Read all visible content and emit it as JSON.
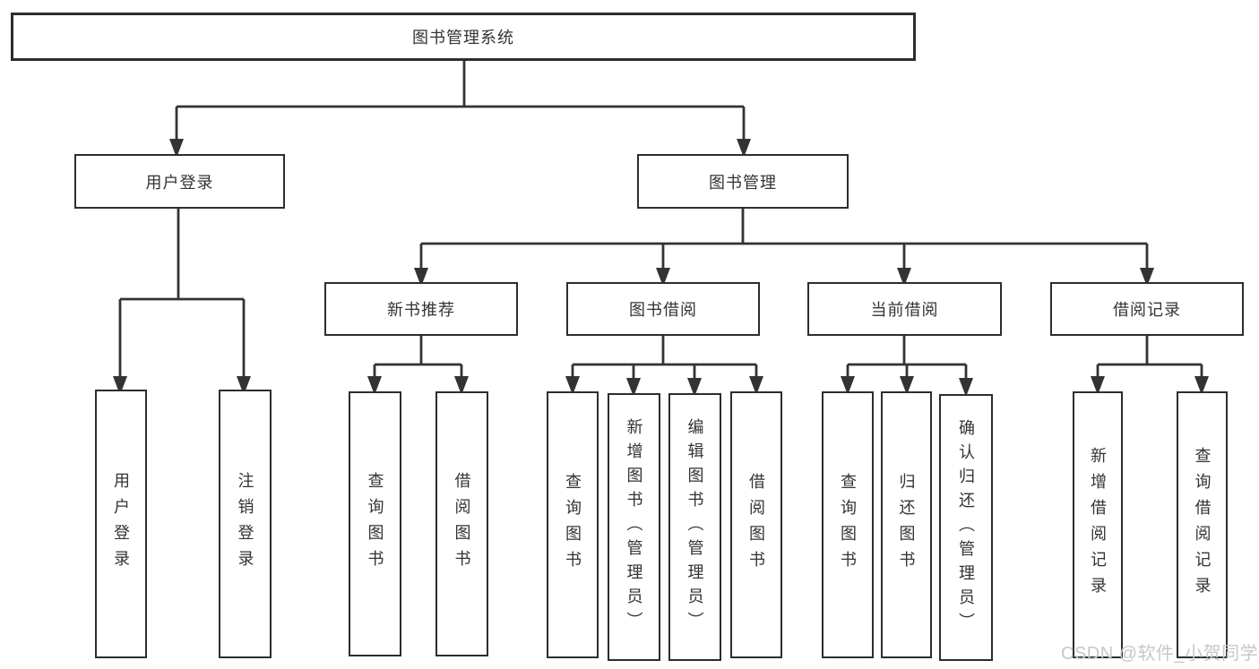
{
  "diagram_title": "图书管理系统",
  "tree": {
    "label": "图书管理系统",
    "children": [
      {
        "label": "用户登录",
        "children": [
          {
            "label": "用户登录"
          },
          {
            "label": "注销登录"
          }
        ]
      },
      {
        "label": "图书管理",
        "children": [
          {
            "label": "新书推荐",
            "children": [
              {
                "label": "查询图书"
              },
              {
                "label": "借阅图书"
              }
            ]
          },
          {
            "label": "图书借阅",
            "children": [
              {
                "label": "查询图书"
              },
              {
                "label": "新增图书（管理员）"
              },
              {
                "label": "编辑图书（管理员）"
              },
              {
                "label": "借阅图书"
              }
            ]
          },
          {
            "label": "当前借阅",
            "children": [
              {
                "label": "查询图书"
              },
              {
                "label": "归还图书"
              },
              {
                "label": "确认归还（管理员）"
              }
            ]
          },
          {
            "label": "借阅记录",
            "children": [
              {
                "label": "新增借阅记录"
              },
              {
                "label": "查询借阅记录"
              }
            ]
          }
        ]
      }
    ]
  },
  "watermark": {
    "text": "CSDN @软件_小贺同学",
    "color": "#c7c7c7"
  },
  "colors": {
    "background": "#ffffff",
    "box_border": "#2d2d2d",
    "connector_line": "#333333",
    "text": "#333333"
  }
}
